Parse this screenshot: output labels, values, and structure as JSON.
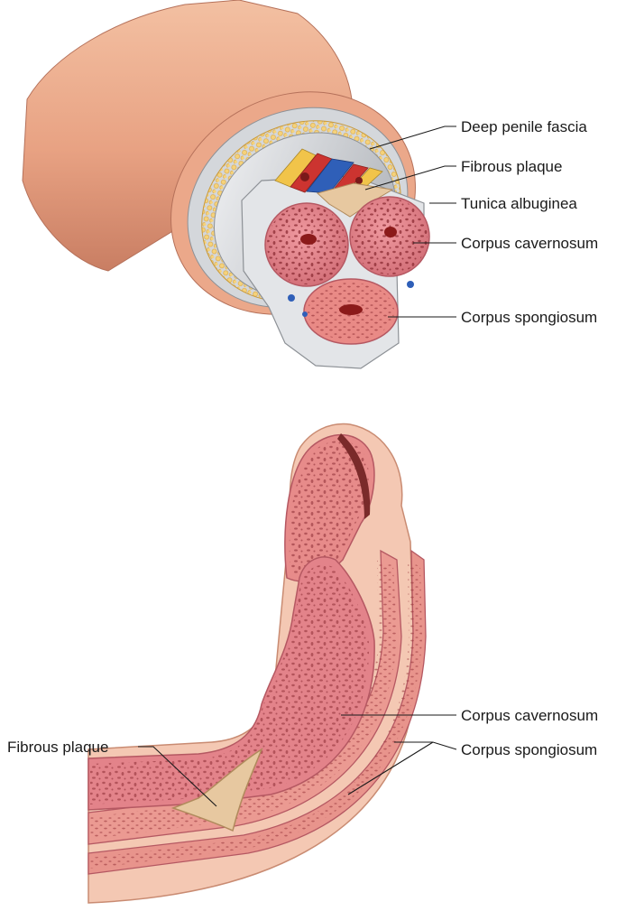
{
  "top_figure": {
    "labels": {
      "deep_penile_fascia": "Deep penile fascia",
      "fibrous_plaque": "Fibrous plaque",
      "tunica_albuginea": "Tunica albuginea",
      "corpus_cavernosum": "Corpus cavernosum",
      "corpus_spongiosum": "Corpus spongiosum"
    }
  },
  "bottom_figure": {
    "labels": {
      "corpus_cavernosum": "Corpus cavernosum",
      "corpus_spongiosum": "Corpus spongiosum",
      "fibrous_plaque": "Fibrous plaque"
    }
  },
  "colors": {
    "skin": "#eaa585",
    "erectile_tissue": "#e3838a",
    "tissue_pores": "#8b2b33",
    "tunica": "#d6d8db",
    "fat": "#f1c767",
    "plaque": "#e7c8a0",
    "artery": "#cc3430",
    "vein": "#2f5fb8"
  }
}
